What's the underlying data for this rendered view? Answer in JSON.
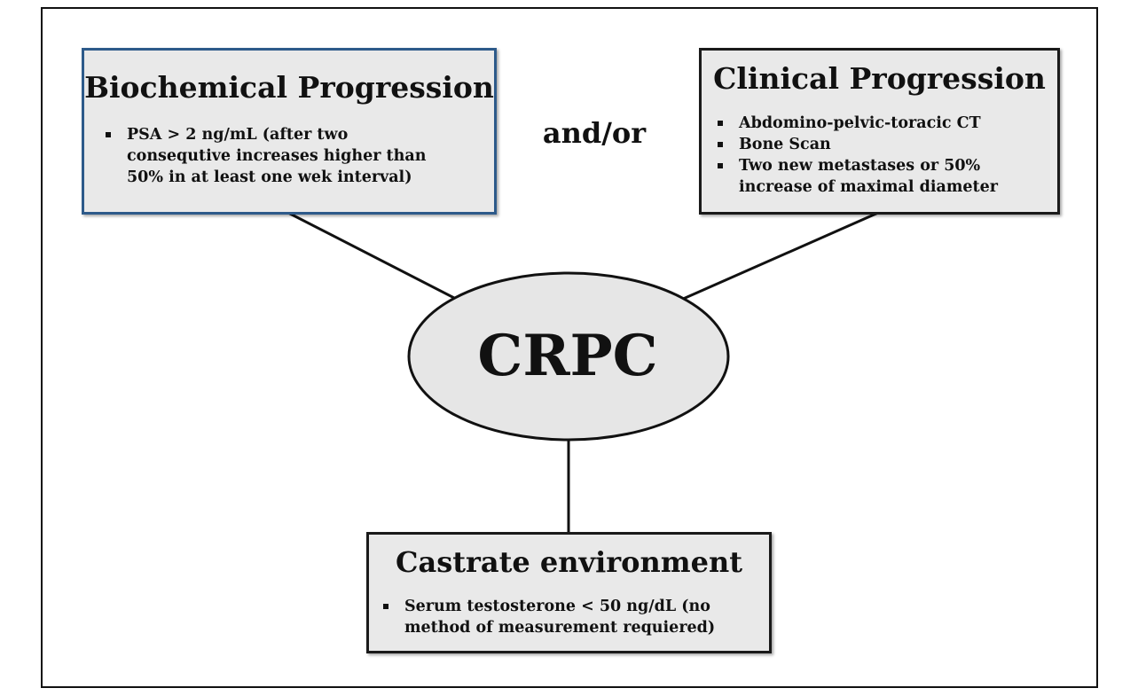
{
  "center": {
    "label": "CRPC"
  },
  "connector": {
    "label": "and/or"
  },
  "boxes": {
    "biochemical": {
      "title": "Biochemical Progression",
      "items": [
        "PSA > 2 ng/mL (after two consequtive increases  higher  than 50% in at least one wek interval)"
      ]
    },
    "clinical": {
      "title": "Clinical Progression",
      "items": [
        "Abdomino-pelvic-toracic CT",
        "Bone Scan",
        "Two new metastases or 50% increase of maximal diameter"
      ]
    },
    "castrate": {
      "title": "Castrate environment",
      "items": [
        "Serum testosterone < 50 ng/dL (no method of measurement requiered)"
      ]
    }
  },
  "colors": {
    "box_fill": "#e9e9e9",
    "box_border": "#1a1a1a",
    "biochemical_border": "#2d5a8a",
    "ellipse_fill": "#e6e6e6"
  }
}
